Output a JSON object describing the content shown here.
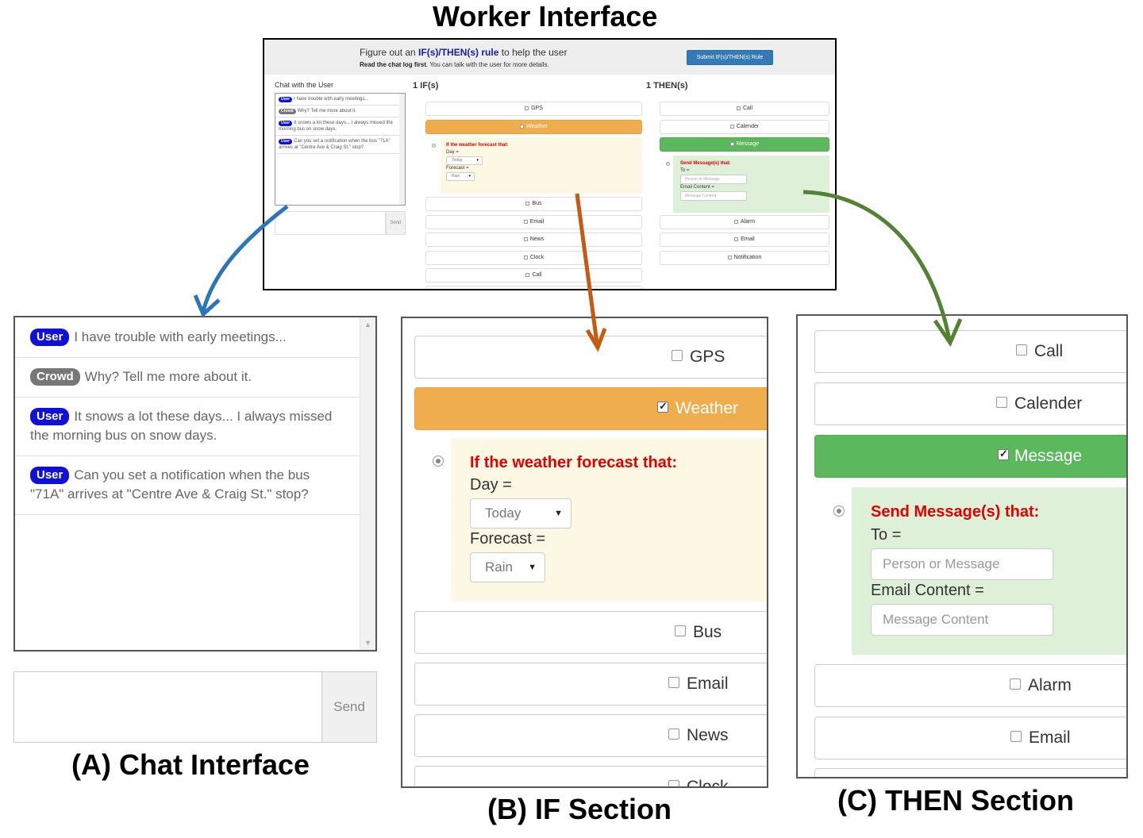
{
  "figure": {
    "worker_title": "Worker Interface",
    "caption_a": "(A) Chat Interface",
    "caption_b": "(B) IF Section",
    "caption_c": "(C) THEN Section"
  },
  "worker": {
    "header_pre": "Figure out an ",
    "header_rule": "IF(s)/THEN(s) rule",
    "header_post": " to help the user",
    "sub_bold": "Read the chat log first",
    "sub_rest": ". You can talk with the user for more details.",
    "submit_label": "Submit IF(s)/THEN(s) Rule",
    "chat_label": "Chat with the User",
    "if_title": "1 IF(s)",
    "then_title": "1 THEN(s)",
    "send_label": "Send"
  },
  "chat": {
    "messages": [
      {
        "badge": "User",
        "text": "I have trouble with early meetings..."
      },
      {
        "badge": "Crowd",
        "text": "Why? Tell me more about it."
      },
      {
        "badge": "User",
        "text": "It snows a lot these days... I always missed the morning bus on snow days."
      },
      {
        "badge": "User",
        "text": "Can you set a notification when the bus \"71A\" arrives at \"Centre Ave & Craig St.\" stop?"
      }
    ],
    "send_label": "Send"
  },
  "if_section": {
    "items_top": [
      "GPS",
      "Weather"
    ],
    "form_title": "If the weather forecast that:",
    "day_label": "Day =",
    "day_value": "Today",
    "forecast_label": "Forecast =",
    "forecast_value": "Rain",
    "items_bottom": [
      "Bus",
      "Email",
      "News",
      "Clock",
      "Call"
    ]
  },
  "then_section": {
    "items_top": [
      "Call",
      "Calender",
      "Message"
    ],
    "form_title": "Send Message(s) that:",
    "to_label": "To =",
    "to_placeholder": "Person or Message",
    "content_label": "Email Content =",
    "content_placeholder": "Message Content",
    "items_bottom": [
      "Alarm",
      "Email",
      "Notification"
    ]
  },
  "colors": {
    "arrow_chat": "#2e75b6",
    "arrow_if": "#c55a11",
    "arrow_then": "#548235",
    "weather_orange": "#f0ad4e",
    "message_green": "#5cb85c",
    "user_badge": "#1010d8",
    "crowd_badge": "#777777"
  }
}
